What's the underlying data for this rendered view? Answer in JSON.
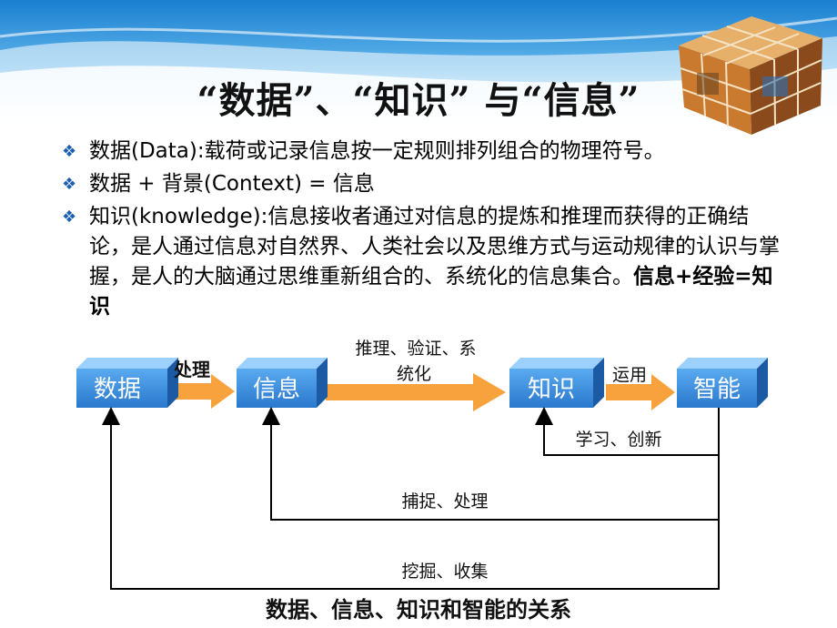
{
  "title": "“数据”、“知识” 与“信息”",
  "bullets": [
    {
      "text": "数据(Data):载荷或记录信息按一定规则排列组合的物理符号。",
      "highlight": ""
    },
    {
      "text": "数据 + 背景(Context) = 信息",
      "highlight": ""
    },
    {
      "text": "知识(knowledge):信息接收者通过对信息的提炼和推理而获得的正确结论，是人通过信息对自然界、人类社会以及思维方式与运动规律的认识与掌握，是人的大脑通过思维重新组合的、系统化的信息集合。",
      "highlight": "信息+经验=知识"
    }
  ],
  "diagram": {
    "boxes": [
      "数据",
      "信息",
      "知识",
      "智能"
    ],
    "arrow_labels": {
      "data_to_info": "处理",
      "info_to_knowledge_line1": "推理、验证、系",
      "info_to_knowledge_line2": "统化",
      "knowledge_to_intelligence": "运用"
    },
    "feedback_labels": {
      "to_knowledge": "学习、创新",
      "to_info": "捕捉、处理",
      "to_data": "挖掘、收集"
    },
    "colors": {
      "box": "#3a8fe0",
      "arrow": "#f7a23c",
      "bullet": "#1f5fb0"
    }
  },
  "caption": "数据、信息、知识和智能的关系"
}
